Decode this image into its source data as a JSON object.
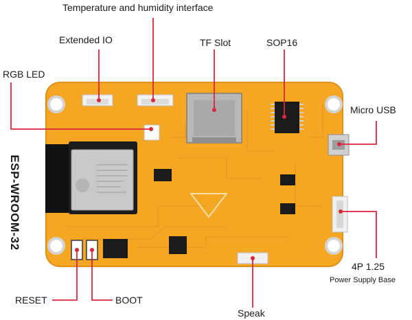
{
  "labels": {
    "temp_humidity": "Temperature and humidity interface",
    "extended_io": "Extended IO",
    "tf_slot": "TF Slot",
    "sop16": "SOP16",
    "rgb_led": "RGB LED",
    "micro_usb": "Micro USB",
    "esp_module": "ESP-WROOM-32",
    "power_4p": "4P 1.25",
    "power_base": "Power Supply Base",
    "reset": "RESET",
    "boot": "BOOT",
    "speak": "Speak"
  },
  "colors": {
    "board": "#f5a623",
    "board_edge": "#e0901a",
    "trace": "#e89a1c",
    "leader": "#d8263a",
    "module_black": "#111111",
    "shield": "#c9c9c9"
  }
}
